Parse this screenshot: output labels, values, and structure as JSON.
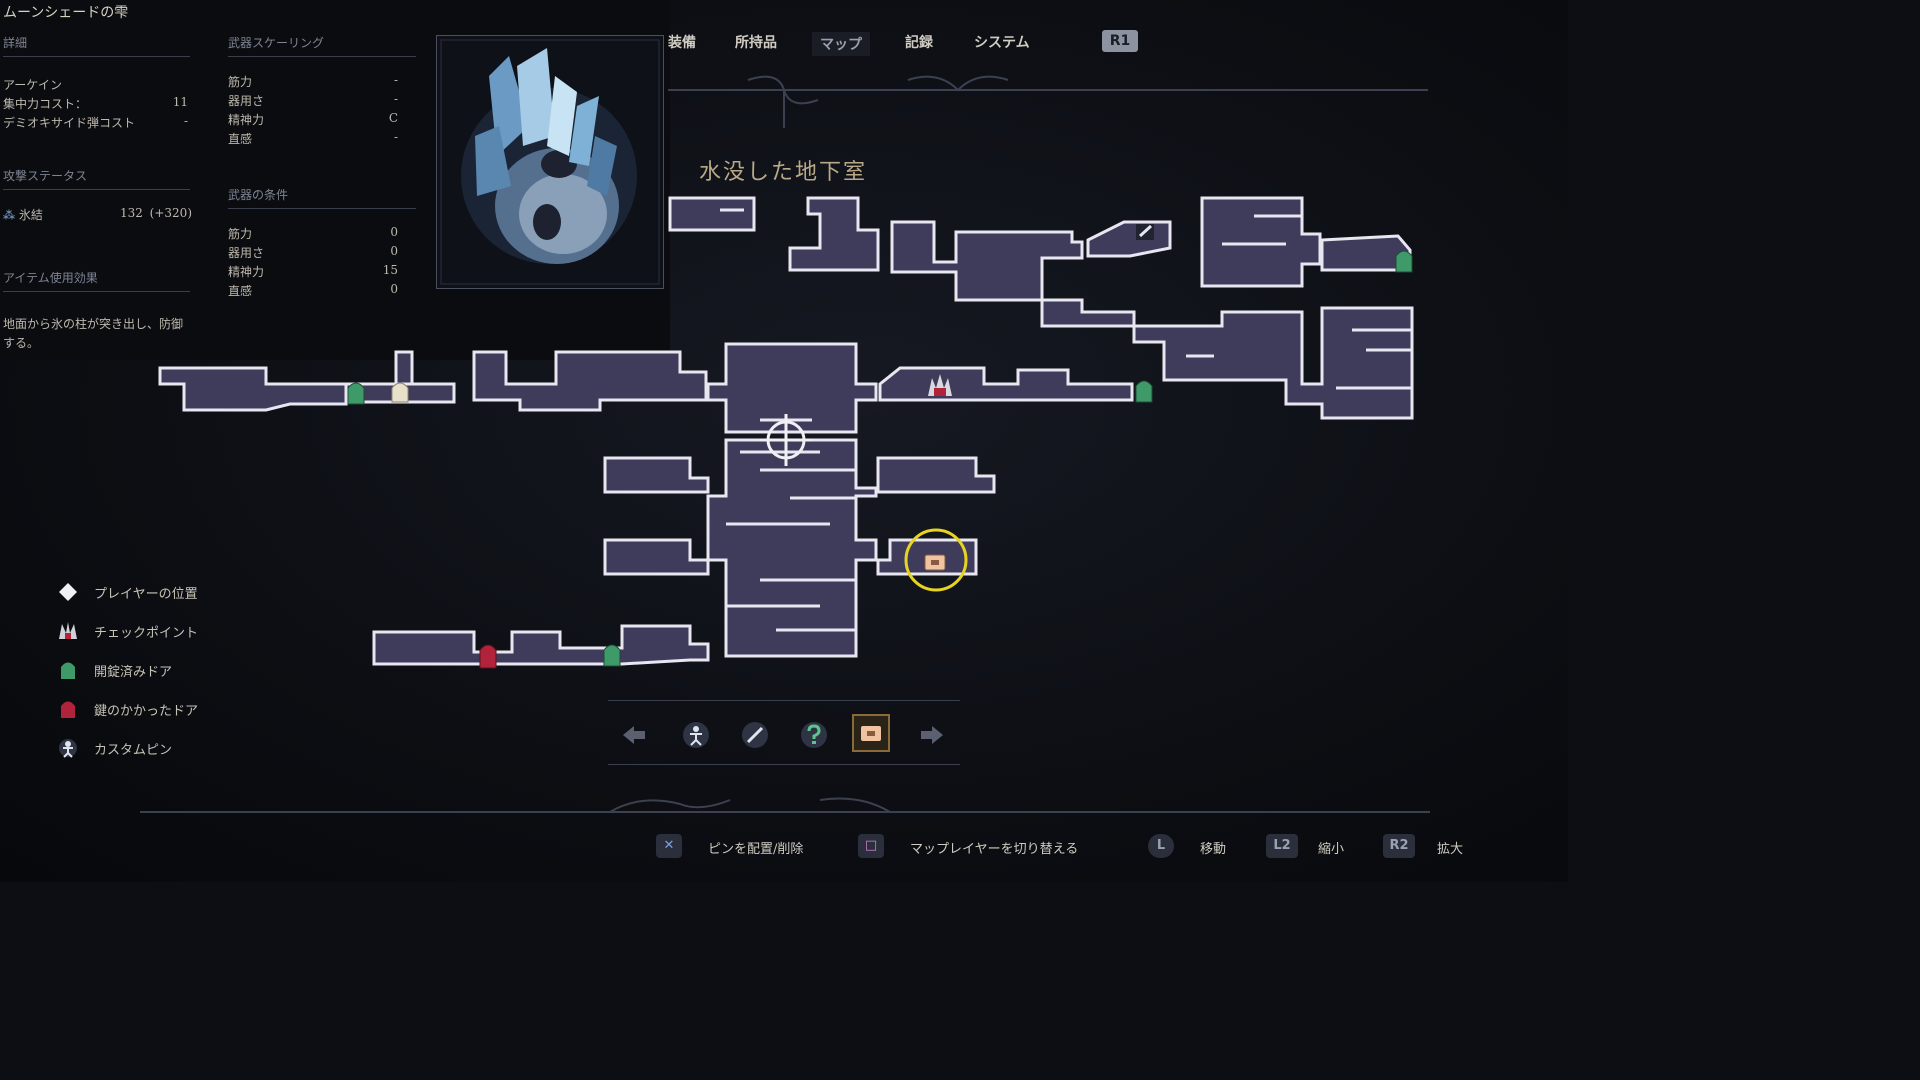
{
  "item": {
    "name": "ムーンシェードの雫",
    "details_header": "詳細",
    "type": "アーケイン",
    "focus_cost_label": "集中力コスト：",
    "focus_cost_value": "11",
    "ammo_cost_label": "デミオキサイド弾コスト",
    "ammo_cost_value": "-",
    "attack_header": "攻撃ステータス",
    "attack_type": "氷結",
    "attack_value": "132",
    "attack_bonus": "(+320)",
    "effect_header": "アイテム使用効果",
    "effect_text_line1": "地面から氷の柱が突き出し、防御",
    "effect_text_line2": "する。",
    "scaling_header": "武器スケーリング",
    "scaling": [
      {
        "label": "筋力",
        "value": "-"
      },
      {
        "label": "器用さ",
        "value": "-"
      },
      {
        "label": "精神力",
        "value": "C"
      },
      {
        "label": "直感",
        "value": "-"
      }
    ],
    "requirements_header": "武器の条件",
    "requirements": [
      {
        "label": "筋力",
        "value": "0"
      },
      {
        "label": "器用さ",
        "value": "0"
      },
      {
        "label": "精神力",
        "value": "15"
      },
      {
        "label": "直感",
        "value": "0"
      }
    ]
  },
  "tabs": [
    {
      "label": "装備",
      "active": false
    },
    {
      "label": "所持品",
      "active": false
    },
    {
      "label": "マップ",
      "active": true
    },
    {
      "label": "記録",
      "active": false
    },
    {
      "label": "システム",
      "active": false
    }
  ],
  "shoulder_button": "R1",
  "area_name": "水没した地下室",
  "legend": [
    {
      "icon": "player-position-icon",
      "label": "プレイヤーの位置"
    },
    {
      "icon": "checkpoint-icon",
      "label": "チェックポイント"
    },
    {
      "icon": "unlocked-door-icon",
      "label": "開錠済みドア"
    },
    {
      "icon": "locked-door-icon",
      "label": "鍵のかかったドア"
    },
    {
      "icon": "custom-pin-icon",
      "label": "カスタムピン"
    }
  ],
  "pin_filters": [
    "left-arrow-icon",
    "custom-pin-icon",
    "weapon-pin-icon",
    "question-pin-icon",
    "chest-pin-icon",
    "right-arrow-icon"
  ],
  "prompts": [
    {
      "key": "✕",
      "label": "ピンを配置/削除"
    },
    {
      "key": "□",
      "label": "マップレイヤーを切り替える"
    },
    {
      "key": "L",
      "label": "移動"
    },
    {
      "key": "L2",
      "label": "縮小"
    },
    {
      "key": "R2",
      "label": "拡大"
    }
  ],
  "colors": {
    "background": "#0c0e13",
    "map_room": "#3f3b5a",
    "map_wall": "#e8e6f0",
    "unlocked_door": "#3f9a6a",
    "locked_door": "#b0233a",
    "highlight_circle": "#e8d420",
    "area_title": "#b9a987"
  }
}
